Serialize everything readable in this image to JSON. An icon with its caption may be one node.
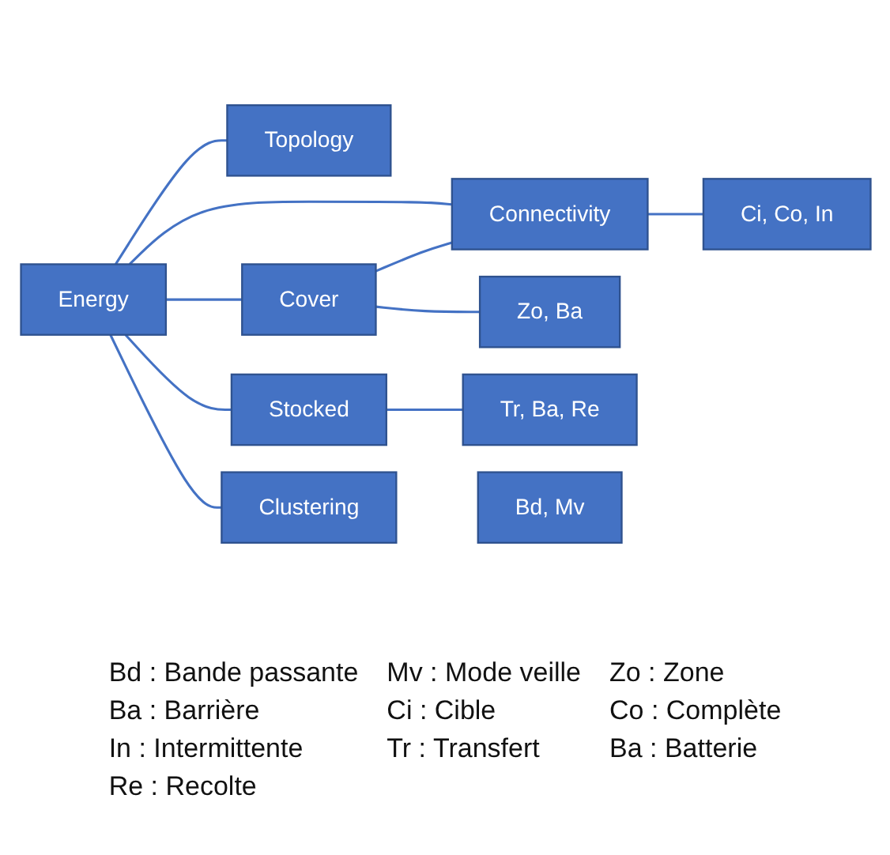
{
  "diagram": {
    "nodes": [
      {
        "text": [
          "Energy"
        ]
      },
      {
        "text": [
          "Topology"
        ]
      },
      {
        "text": [
          "Clustering"
        ]
      },
      {
        "text": [
          "Cover"
        ]
      },
      {
        "text": [
          "Connectivity"
        ]
      },
      {
        "text": [
          "Stocked"
        ]
      },
      {
        "text": [
          "Bd, Mv"
        ]
      },
      {
        "text": [
          "Zo, Ba"
        ]
      },
      {
        "text": [
          "Ci, Co, In"
        ]
      },
      {
        "text": [
          "Tr, Ba, Re"
        ]
      }
    ],
    "edges": [
      {
        "from": 0,
        "to": 1,
        "arrow": "none"
      },
      {
        "from": 0,
        "to": 2,
        "arrow": "none"
      },
      {
        "from": 0,
        "to": 3,
        "arrow": "none"
      },
      {
        "from": 0,
        "to": 4,
        "arrow": "none"
      },
      {
        "from": 0,
        "to": 5,
        "arrow": "none"
      },
      {
        "from": 3,
        "to": 7,
        "arrow": "none"
      },
      {
        "from": 3,
        "to": 4,
        "arrow": "none"
      },
      {
        "from": 4,
        "to": 8,
        "arrow": "none"
      },
      {
        "from": 5,
        "to": 9,
        "arrow": "none"
      }
    ],
    "labels": [
      "Bd : Bande passante",
      "Mv : Mode veille",
      "Zo : Zone",
      "Ba : Barrière",
      "Ci : Cible",
      "Co : Complète",
      "In : Intermittente",
      "Tr : Transfert",
      "Ba : Batterie",
      "Re : Recolte"
    ]
  }
}
